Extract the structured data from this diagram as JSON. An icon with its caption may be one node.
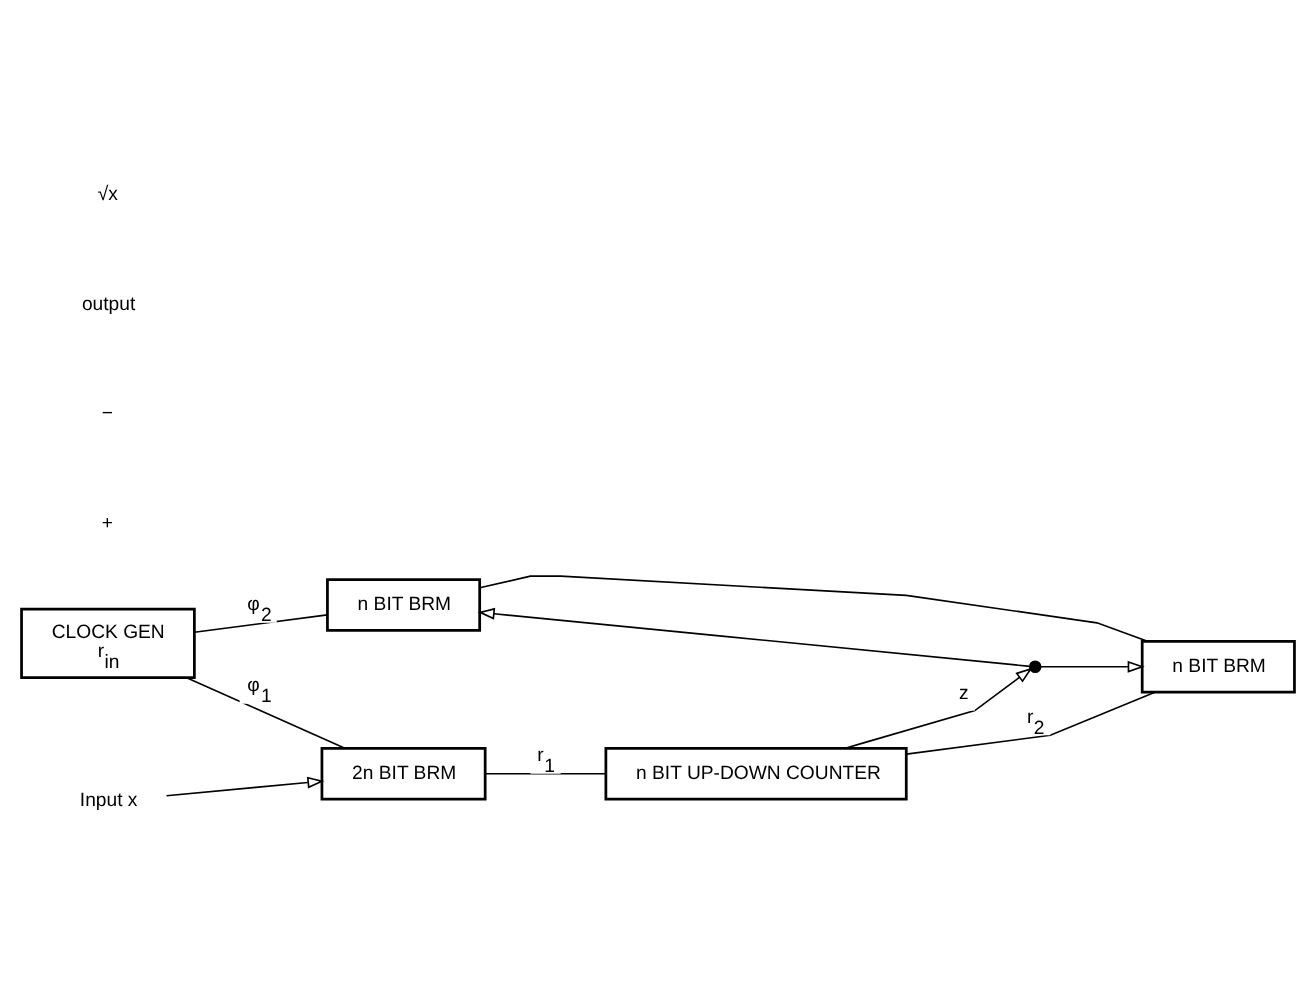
{
  "diagram": {
    "nodes": [
      {
        "text": [
          "2n BIT BRM"
        ]
      },
      {
        "text": [
          "CLOCK GEN",
          "r$_{in}$"
        ]
      },
      {
        "text": [
          "n BIT UP-DOWN COUNTER"
        ]
      },
      {
        "text": [
          "n BIT BRM"
        ]
      },
      {
        "text": [
          "n BIT BRM"
        ]
      },
      {
        "text": [
          "Input x"
        ]
      },
      {
        "text": [],
        "shape": "circle"
      }
    ],
    "edges": [
      {
        "from": 5,
        "to": 0,
        "arrow": "to"
      },
      {
        "from": 1,
        "to": 0,
        "arrow": "none",
        "label": "φ$_{1}$"
      },
      {
        "from": 1,
        "to": 3,
        "arrow": "none",
        "label": "φ$_{2}$"
      },
      {
        "from": 0,
        "to": 2,
        "arrow": "none",
        "label": "r$_{1}$"
      },
      {
        "from": 3,
        "to": 4,
        "arrow": "none"
      },
      {
        "from": 4,
        "to": 2,
        "arrow": "none",
        "label": "r$_{2}$"
      },
      {
        "from": 2,
        "to": 6,
        "arrow": "to",
        "label": "z"
      },
      {
        "from": 6,
        "to": 3,
        "arrow": "to"
      },
      {
        "from": 6,
        "to": 4,
        "arrow": "to"
      }
    ],
    "labels": [
      "+",
      "−",
      "output",
      "√x"
    ]
  }
}
